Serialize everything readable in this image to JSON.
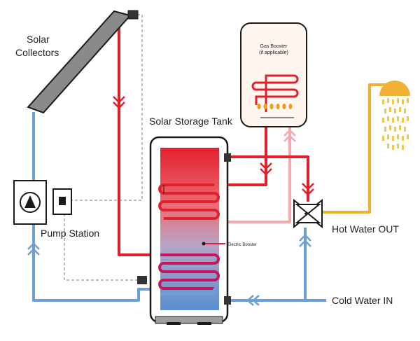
{
  "labels": {
    "solar_collectors_line1": "Solar",
    "solar_collectors_line2": "Collectors",
    "solar_storage_tank": "Solar Storage Tank",
    "gas_booster_line1": "Gas Booster",
    "gas_booster_line2": "(if applicable)",
    "pump_station": "Pump Station",
    "electric_booster": "Electric Booster",
    "hot_water_out": "Hot Water OUT",
    "cold_water_in": "Cold Water IN"
  },
  "colors": {
    "hot": "#e2202c",
    "warm": "#f2a9b0",
    "cold": "#6c9fd6",
    "solar_out": "#f2b134",
    "control_wire": "#bdbdbd",
    "outline": "#1a1a1a",
    "collector_fill": "#8a8a8a"
  }
}
